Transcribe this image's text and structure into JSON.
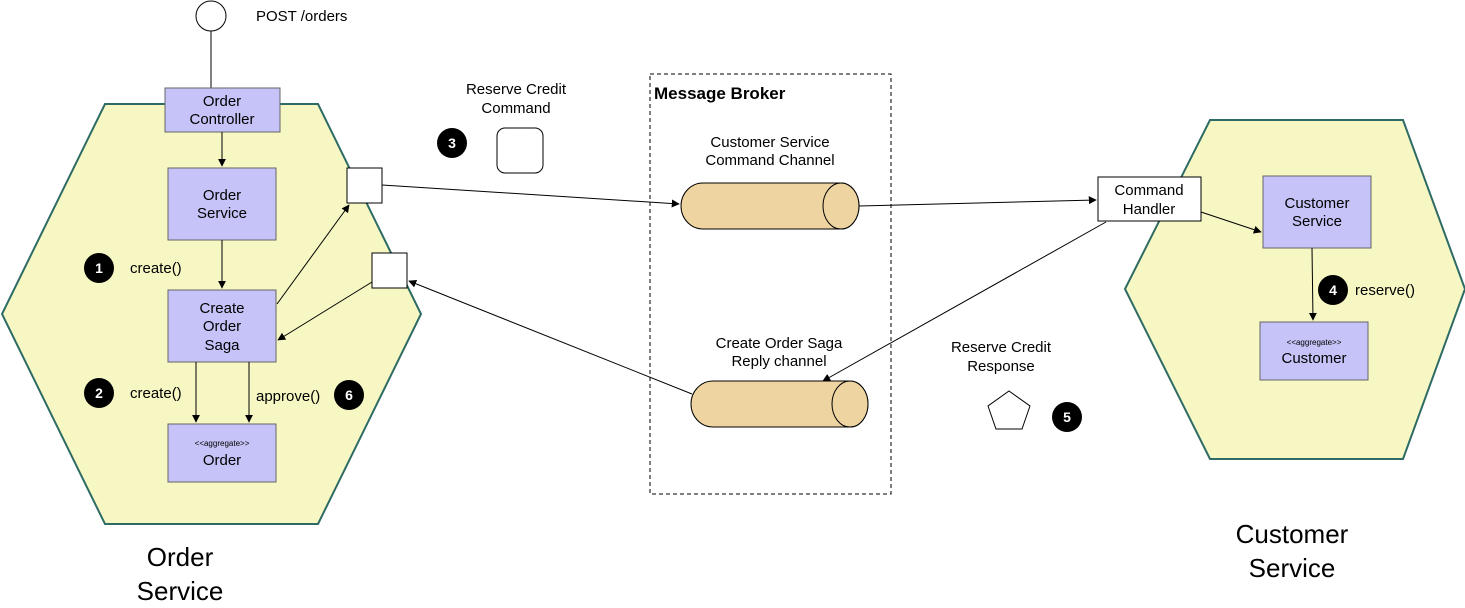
{
  "endpoint": {
    "label": "POST /orders"
  },
  "order_service": {
    "title_line1": "Order",
    "title_line2": "Service",
    "controller": {
      "line1": "Order",
      "line2": "Controller"
    },
    "service": {
      "line1": "Order",
      "line2": "Service"
    },
    "saga": {
      "line1": "Create",
      "line2": "Order",
      "line3": "Saga"
    },
    "aggregate": {
      "stereotype": "<<aggregate>>",
      "name": "Order"
    },
    "step1": {
      "number": "1",
      "label": "create()"
    },
    "step2": {
      "number": "2",
      "label": "create()"
    },
    "step6": {
      "number": "6",
      "label": "approve()"
    }
  },
  "message_broker": {
    "title": "Message Broker",
    "command_channel": {
      "line1": "Customer Service",
      "line2": "Command Channel"
    },
    "reply_channel": {
      "line1": "Create Order Saga",
      "line2": "Reply channel"
    }
  },
  "command": {
    "line1": "Reserve Credit",
    "line2": "Command",
    "step": "3"
  },
  "response": {
    "line1": "Reserve Credit",
    "line2": "Response",
    "step": "5"
  },
  "customer_service": {
    "title_line1": "Customer",
    "title_line2": "Service",
    "command_handler": {
      "line1": "Command",
      "line2": "Handler"
    },
    "service": {
      "line1": "Customer",
      "line2": "Service"
    },
    "aggregate": {
      "stereotype": "<<aggregate>>",
      "name": "Customer"
    },
    "step4": {
      "number": "4",
      "label": "reserve()"
    }
  },
  "colors": {
    "hexagon_fill": "#f7f7c4",
    "hexagon_stroke": "#2e6b64",
    "component_fill": "#c5c3f7",
    "channel_fill": "#eed4a0",
    "badge": "#000000"
  }
}
